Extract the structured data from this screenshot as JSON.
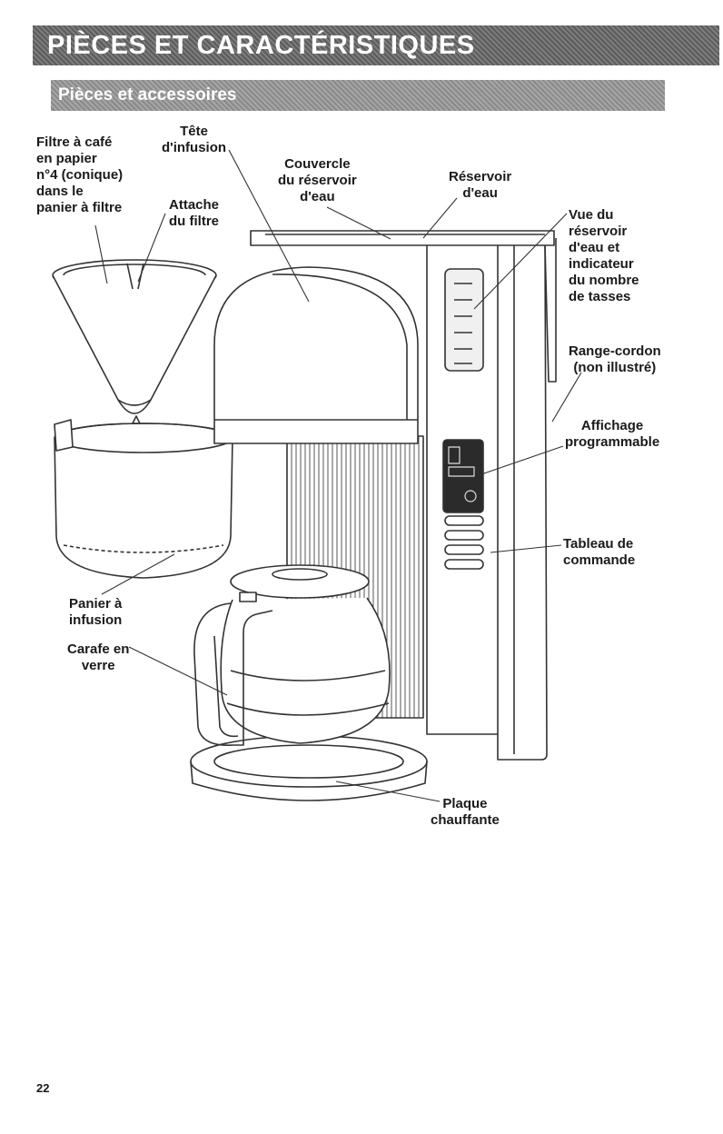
{
  "header": {
    "title": "PIÈCES ET CARACTÉRISTIQUES",
    "subtitle": "Pièces et accessoires"
  },
  "labels": {
    "filter": "Filtre à café\nen papier\nn°4 (conique)\ndans le\npanier à filtre",
    "brew_head": "Tête\nd'infusion",
    "filter_clip": "Attache\ndu filtre",
    "reservoir_lid": "Couvercle\ndu réservoir\nd'eau",
    "reservoir": "Réservoir\nd'eau",
    "water_window": "Vue du\nréservoir\nd'eau et\nindicateur\ndu nombre\nde tasses",
    "cord_storage": "Range-cordon\n(non illustré)",
    "display": "Affichage\nprogrammable",
    "control_panel": "Tableau de\ncommande",
    "brew_basket": "Panier à\ninfusion",
    "carafe": "Carafe en\nverre",
    "warming_plate": "Plaque\nchauffante"
  },
  "page_number": "22"
}
